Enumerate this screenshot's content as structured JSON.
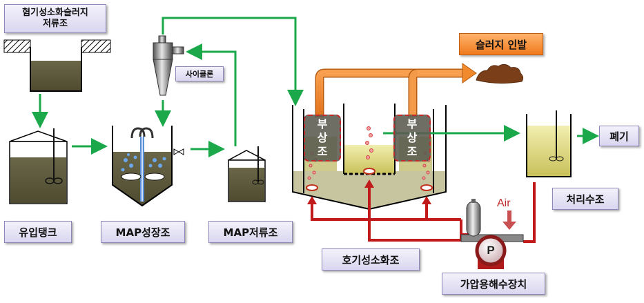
{
  "labels": {
    "sludge_storage": "혐기성소화슬러지\n저류조",
    "cyclone": "사이클론",
    "sludge_out": "슬러지 인발",
    "influent_tank": "유입탱크",
    "map_growth": "MAP성장조",
    "map_storage": "MAP저류조",
    "aerobic_digester": "호기성소화조",
    "treated_water": "처리수조",
    "discharge": "폐기",
    "dissolved_air": "가압용해수장치",
    "air": "Air",
    "pump": "P",
    "flotation_left": [
      "부",
      "상",
      "조"
    ],
    "flotation_right": [
      "부",
      "상",
      "조"
    ]
  },
  "colors": {
    "flow_green": "#1aa84a",
    "flow_red": "#c01a1a",
    "flow_orange": "#e8731c",
    "sludge_liquid": "#5e5a3c",
    "supernatant": "#d9d46a"
  }
}
